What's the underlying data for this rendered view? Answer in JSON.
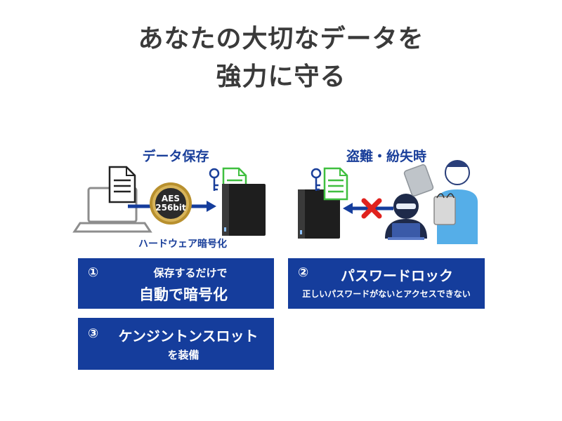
{
  "title": {
    "line1": "あなたの大切なデータを",
    "line2": "強力に守る"
  },
  "left_scene": {
    "caption": "データ保存",
    "badge_line1": "AES",
    "badge_line2": "256bit",
    "hw_label": "ハードウェア暗号化"
  },
  "right_scene": {
    "caption": "盗難・紛失時"
  },
  "panels": [
    {
      "number": "①",
      "line1": "保存するだけで",
      "line2": "自動で暗号化"
    },
    {
      "number": "②",
      "line1": "パスワードロック",
      "line2": "正しいパスワードがないとアクセスできない"
    },
    {
      "number": "③",
      "line1": "ケンジントンスロット",
      "line2": "を装備"
    }
  ],
  "colors": {
    "panel_blue": "#153d9c",
    "caption_blue": "#1a3f9a",
    "doc_green": "#3fbf3f",
    "cross_red": "#e0221e",
    "badge_gold": "#b8902e"
  },
  "icons": [
    "laptop-icon",
    "document-icon",
    "key-icon",
    "hdd-icon",
    "lock-badge-icon",
    "hacker-icon",
    "person-icon",
    "cross-icon"
  ]
}
